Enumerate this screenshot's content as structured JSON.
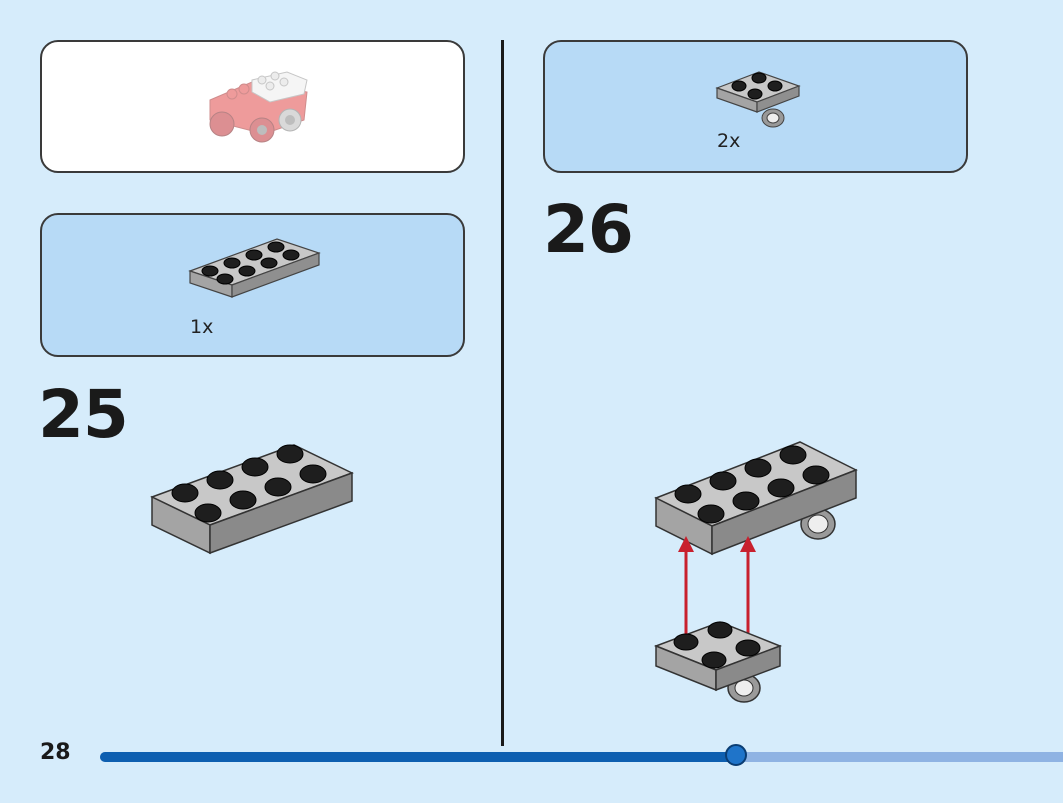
{
  "page": {
    "number": "28",
    "progress_fraction": 0.66
  },
  "left": {
    "step_number": "25",
    "parts_qty": "1x"
  },
  "right": {
    "step_number": "26",
    "parts_qty": "2x"
  },
  "colors": {
    "background": "#d6ecfb",
    "callout_blue": "#b7daf6",
    "brick_gray": "#a9a9a9",
    "stud_black": "#1e1e1e",
    "arrow_red": "#c8202e",
    "progress_fill": "#0e5fb0",
    "progress_track": "#8fb3e3"
  }
}
